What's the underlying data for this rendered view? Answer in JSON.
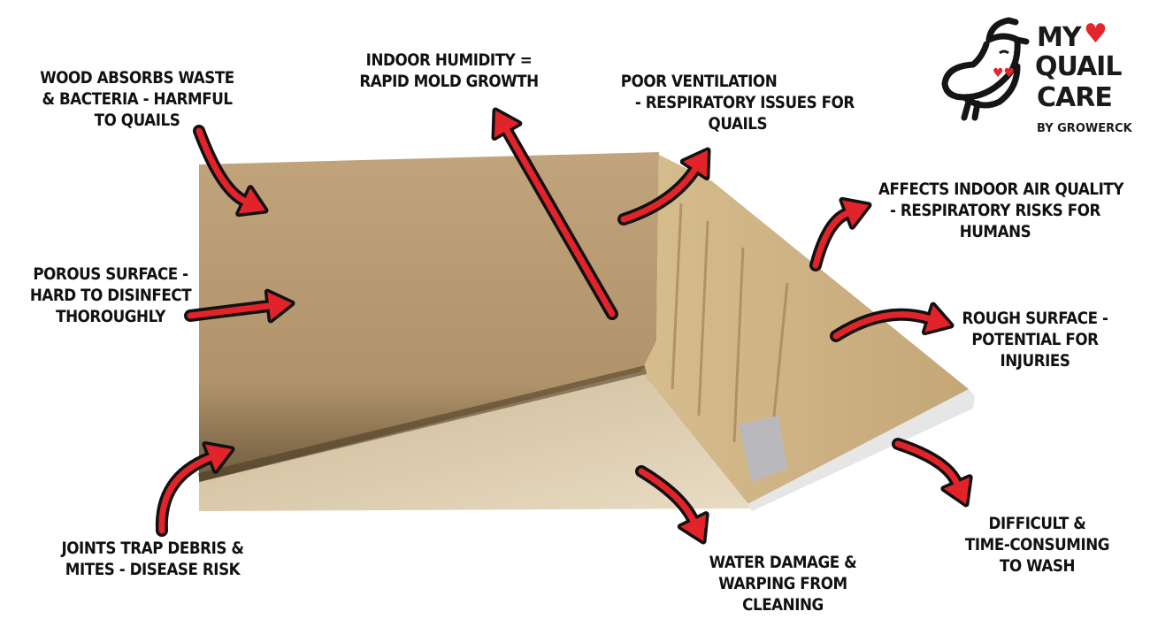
{
  "logo": {
    "line1": "MY",
    "line2": "QUAIL",
    "line3": "CARE",
    "byline": "BY GROWERCK",
    "heart_color": "#e2262c",
    "icon": "quail-icon"
  },
  "colors": {
    "arrow_fill": "#e3232a",
    "arrow_outline": "#111111",
    "wood_back_wall": "#b99a72",
    "wood_floor": "#d9c7a6",
    "wood_side_wall": "#c9ad80"
  },
  "callouts": [
    {
      "id": "wood-absorbs",
      "lines": [
        "Wood absorbs waste",
        "& bacteria - harmful",
        "to quails"
      ]
    },
    {
      "id": "indoor-humidity",
      "lines": [
        "Indoor humidity =",
        "rapid mold growth"
      ]
    },
    {
      "id": "poor-ventilation",
      "lines": [
        "Poor ventilation",
        "- respiratory issues for",
        "quails"
      ]
    },
    {
      "id": "air-quality",
      "lines": [
        "Affects indoor air quality",
        "- respiratory risks for",
        "humans"
      ]
    },
    {
      "id": "porous-surface",
      "lines": [
        "Porous surface -",
        "hard to disinfect",
        "thoroughly"
      ]
    },
    {
      "id": "rough-surface",
      "lines": [
        "Rough surface -",
        "potential for",
        "injuries"
      ]
    },
    {
      "id": "joints-trap",
      "lines": [
        "Joints trap debris &",
        "mites - disease risk"
      ]
    },
    {
      "id": "water-damage",
      "lines": [
        "Water damage &",
        "warping from",
        "cleaning"
      ]
    },
    {
      "id": "difficult-wash",
      "lines": [
        "Difficult &",
        "time-consuming",
        "to wash"
      ]
    }
  ]
}
